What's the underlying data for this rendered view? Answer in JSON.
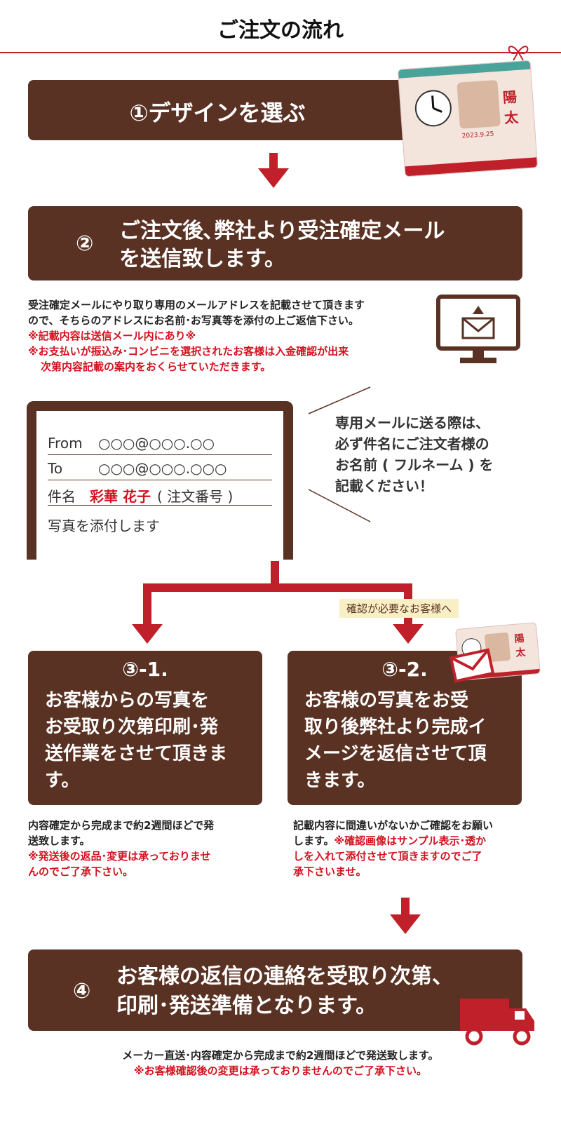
{
  "header": {
    "title": "ご注文の流れ"
  },
  "step1": {
    "label": "①デザインを選ぶ"
  },
  "product_card": {
    "name": "陽太",
    "date": "2023.9.25"
  },
  "step2": {
    "num": "②",
    "line1": "ご注文後､弊社より受注確定メール",
    "line2": "を送信致します。"
  },
  "step2_note": {
    "line1": "受注確定メールにやり取り専用のメールアドレスを記載させて頂きます",
    "line2": "ので、そちらのアドレスにお名前･お写真等を添付の上ご返信下さい。",
    "red1": "※記載内容は送信メール内にあり※",
    "red2": "※お支払いが振込み･コンビニを選択されたお客様は入金確認が出来",
    "red3": "次第内容記載の案内をおくらせていただきます。"
  },
  "mail_example": {
    "from_label": "From",
    "from_value": "○○○@○○○.○○",
    "to_label": "To",
    "to_value": "○○○@○○○.○○○",
    "subject_label": "件名",
    "subject_name": "彩華 花子",
    "subject_suffix": "( 注文番号 )",
    "body": "写真を添付します"
  },
  "bubble": {
    "line1": "専用メールに送る際は、",
    "line2": "必ず件名にご注文者様の",
    "line3": "お名前 ( フルネーム ) を",
    "line4": "記載ください！"
  },
  "confirm_tag": "確認が必要なお客様へ",
  "step3_1": {
    "num": "③-1.",
    "line1": "お客様からの写真を",
    "line2": "お受取り次第印刷･発",
    "line3": "送作業をさせて頂きま",
    "line4": "す。"
  },
  "step3_1_note": {
    "line1": "内容確定から完成まで約2週間ほどで発",
    "line2": "送致します。",
    "red1": "※発送後の返品･変更は承っておりませ",
    "red2": "んのでご了承下さい。"
  },
  "step3_2": {
    "num": "③-2.",
    "line1": "お客様の写真をお受",
    "line2": "取り後弊社より完成イ",
    "line3": "メージを返信させて頂",
    "line4": "きます。"
  },
  "step3_2_note": {
    "line1": "記載内容に間違いがないかご確認をお願い",
    "line2_a": "します。",
    "line2_red": "※確認画像はサンプル表示･透か",
    "red2": "しを入れて添付させて頂きますのでご了",
    "red3": "承下さいませ。"
  },
  "step4": {
    "num": "④",
    "line1": "お客様の返信の連絡を受取り次第、",
    "line2": "印刷･発送準備となります。"
  },
  "footer": {
    "line1": "メーカー直送･内容確定から完成まで約2週間ほどで発送致します。",
    "red": "※お客様確認後の変更は承っておりませんのでご了承下さい。"
  },
  "colors": {
    "brown": "#5a3223",
    "red": "#c0202a",
    "notice_red": "#d2121e",
    "tag_bg": "#f8efc4"
  },
  "icons": [
    "bow-icon",
    "down-arrow-icon",
    "monitor-mail-icon",
    "envelope-icon",
    "truck-icon",
    "clock-icon"
  ]
}
